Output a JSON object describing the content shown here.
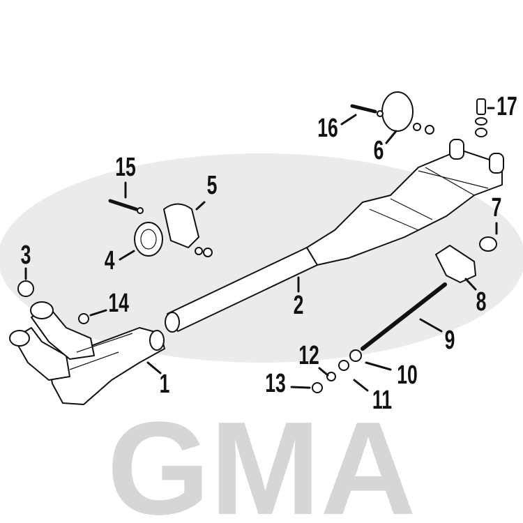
{
  "watermark": {
    "text": "GMA",
    "color": "#ebebeb"
  },
  "callouts": [
    "1",
    "2",
    "3",
    "4",
    "5",
    "6",
    "7",
    "8",
    "9",
    "10",
    "11",
    "12",
    "13",
    "14",
    "15",
    "16",
    "17"
  ],
  "colors": {
    "line": "#111111",
    "background": "#ffffff"
  }
}
